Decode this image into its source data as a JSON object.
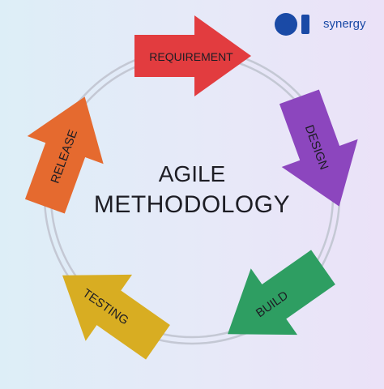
{
  "title": {
    "line1": "AGILE",
    "line2": "METHODOLOGY"
  },
  "brand": {
    "name": "synergy",
    "color": "#1a4aa6"
  },
  "stages": [
    {
      "label": "REQUIREMENT",
      "color": "#e23c3f"
    },
    {
      "label": "DESIGN",
      "color": "#8c46be"
    },
    {
      "label": "BUILD",
      "color": "#2e9e62"
    },
    {
      "label": "TESTING",
      "color": "#d8ad22"
    },
    {
      "label": "RELEASE",
      "color": "#e56a2f"
    }
  ],
  "ring_color": "#c4c8d4"
}
